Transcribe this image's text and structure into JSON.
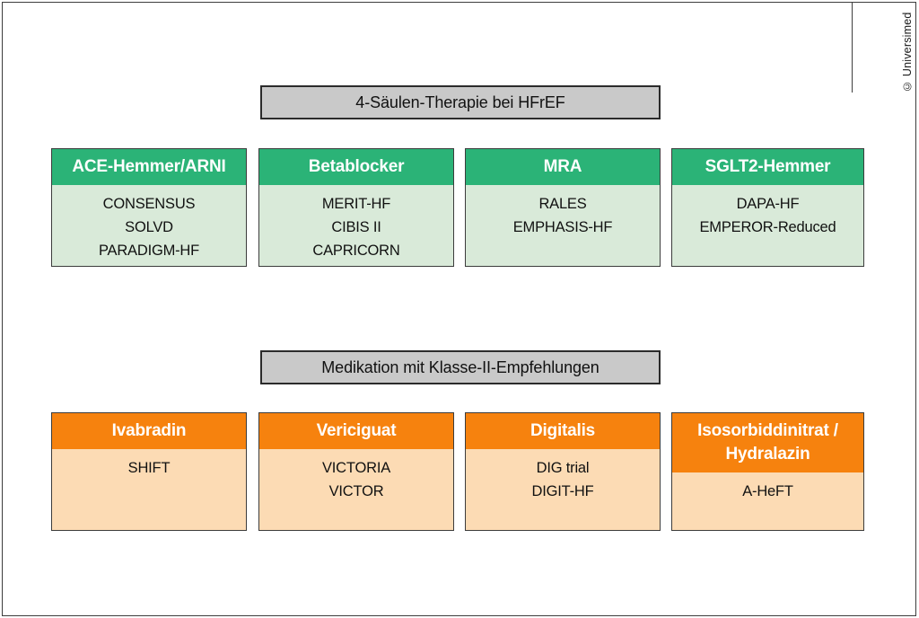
{
  "copyright": "© Universimed",
  "colors": {
    "title_bg": "#c9c9c9",
    "green_header": "#2bb377",
    "green_body": "#d9ead9",
    "orange_header": "#f6820e",
    "orange_body": "#fcdbb4"
  },
  "sections": [
    {
      "title": "4-Säulen-Therapie bei HFrEF",
      "columns": [
        {
          "title": "ACE-Hemmer/ARNI",
          "trials": [
            "CONSENSUS",
            "SOLVD",
            "PARADIGM-HF"
          ]
        },
        {
          "title": "Betablocker",
          "trials": [
            "MERIT-HF",
            "CIBIS II",
            "CAPRICORN"
          ]
        },
        {
          "title": "MRA",
          "trials": [
            "RALES",
            "EMPHASIS-HF"
          ]
        },
        {
          "title": "SGLT2-Hemmer",
          "trials": [
            "DAPA-HF",
            "EMPEROR-Reduced"
          ]
        }
      ]
    },
    {
      "title": "Medikation mit Klasse-II-Empfehlungen",
      "columns": [
        {
          "title": "Ivabradin",
          "trials": [
            "SHIFT"
          ]
        },
        {
          "title": "Vericiguat",
          "trials": [
            "VICTORIA",
            "VICTOR"
          ]
        },
        {
          "title": "Digitalis",
          "trials": [
            "DIG trial",
            "DIGIT-HF"
          ]
        },
        {
          "title": "Isosorbiddinitrat /\nHydralazin",
          "trials": [
            "A-HeFT"
          ]
        }
      ]
    }
  ]
}
